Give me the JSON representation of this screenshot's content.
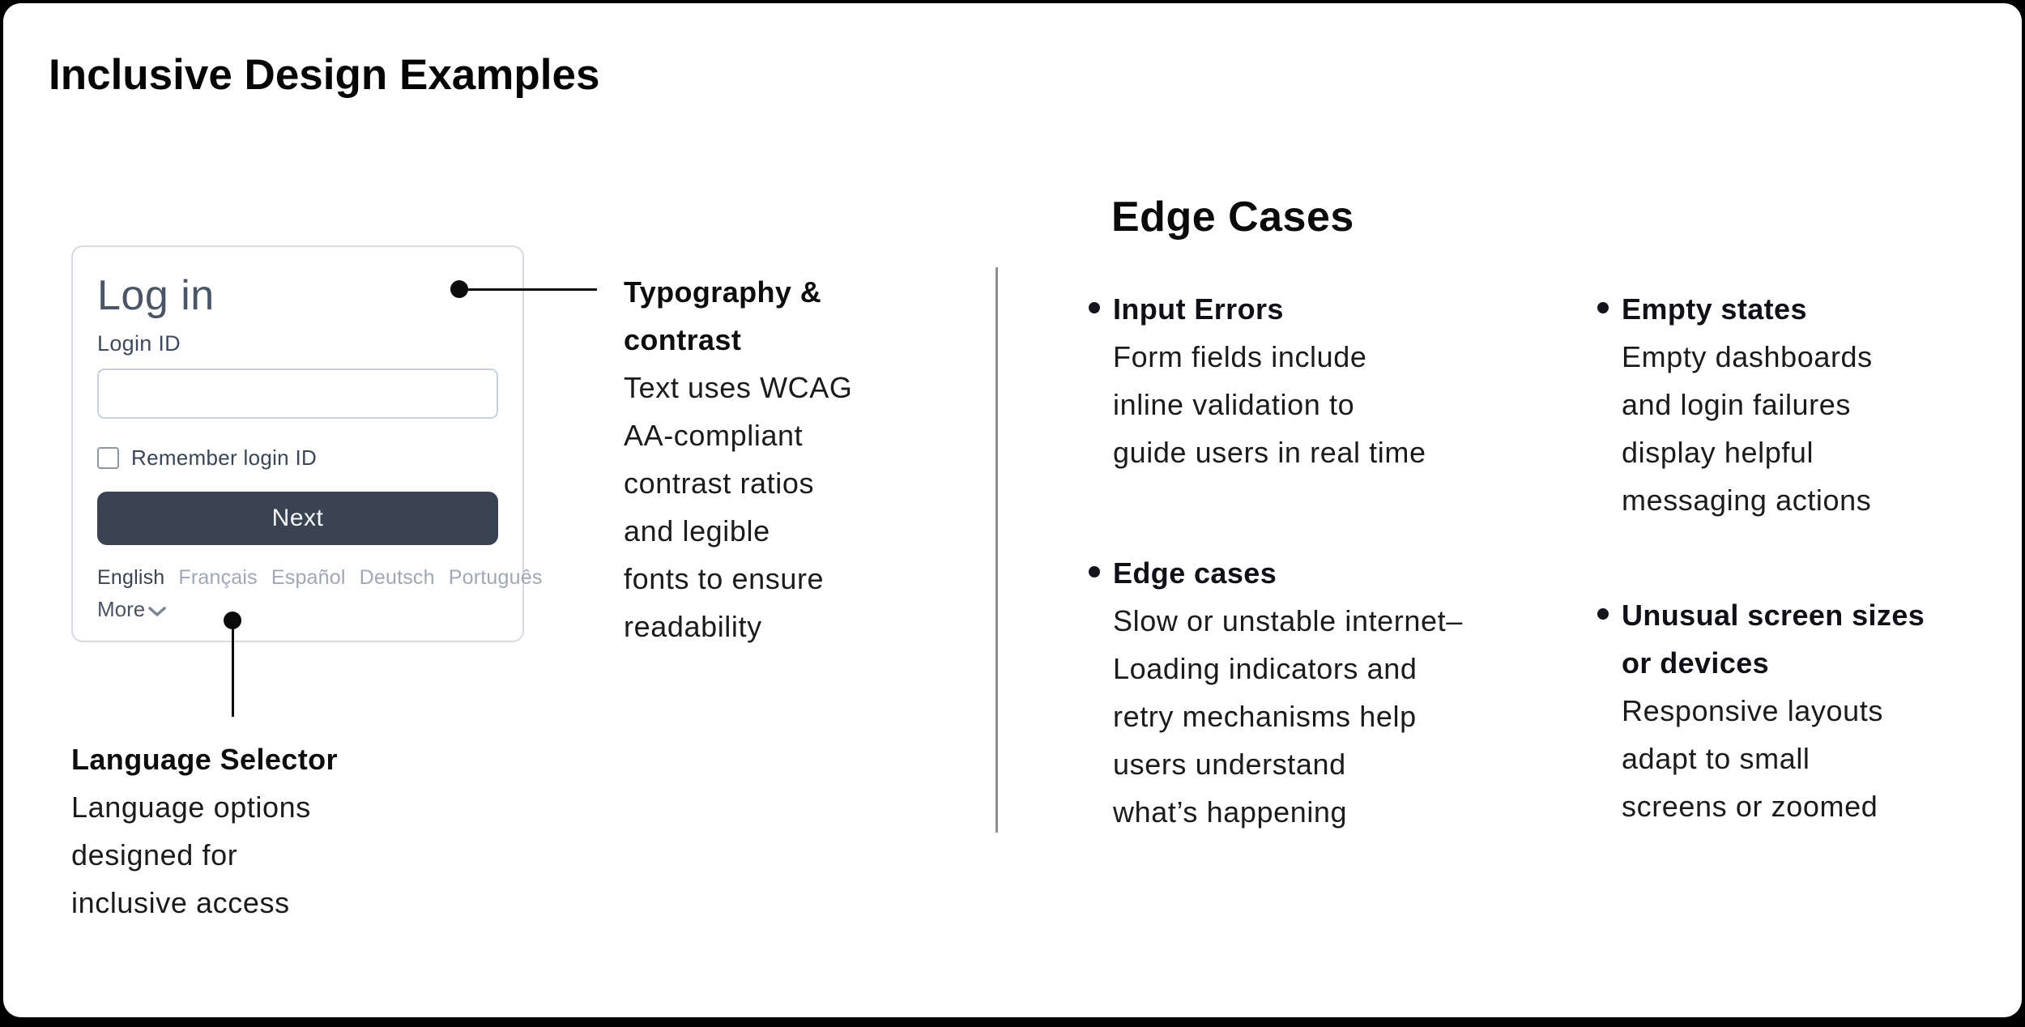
{
  "page": {
    "title": "Inclusive Design Examples",
    "colors": {
      "outer_background": "#000000",
      "panel_background": "#ffffff",
      "divider": "#8f8f8f",
      "callout": "#0b0b0b"
    }
  },
  "login_card": {
    "heading": "Log in",
    "login_id_label": "Login ID",
    "login_id_value": "",
    "remember_label": "Remember login ID",
    "remember_checked": false,
    "next_button_label": "Next",
    "languages": {
      "selected": "English",
      "options": [
        "English",
        "Français",
        "Español",
        "Deutsch",
        "Português"
      ]
    },
    "more_label": "More",
    "icons": {
      "more_chevron": "chevron-down"
    },
    "colors": {
      "heading_text": "#4a5568",
      "button_background": "#3a4352",
      "button_text": "#f4f6f8",
      "active_language": "#3a4454",
      "inactive_language": "#a0a8b5",
      "card_border": "#d6dbe2",
      "input_border": "#c9d0da"
    }
  },
  "annotations": {
    "typography": {
      "heading_lines": [
        "Typography &",
        "contrast"
      ],
      "body_lines": [
        "Text uses WCAG",
        "AA-compliant",
        "contrast ratios",
        "and legible",
        "fonts to ensure",
        "readability"
      ]
    },
    "language_selector": {
      "heading": "Language Selector",
      "body_lines": [
        "Language options",
        "designed for",
        "inclusive access"
      ]
    }
  },
  "edge_cases": {
    "heading": "Edge Cases",
    "items": [
      {
        "title_lines": [
          "Input Errors"
        ],
        "body_lines": [
          "Form fields include",
          "inline validation to",
          "guide users in real time"
        ]
      },
      {
        "title_lines": [
          "Edge cases"
        ],
        "body_lines": [
          "Slow or unstable internet–",
          "Loading indicators and",
          "retry mechanisms help",
          "users understand",
          "what’s happening"
        ]
      },
      {
        "title_lines": [
          "Empty states"
        ],
        "body_lines": [
          "Empty dashboards",
          "and login failures",
          "display helpful",
          "messaging actions"
        ]
      },
      {
        "title_lines": [
          "Unusual screen sizes",
          "or devices"
        ],
        "body_lines": [
          "Responsive layouts",
          "adapt to small",
          "screens or zoomed"
        ]
      }
    ]
  }
}
